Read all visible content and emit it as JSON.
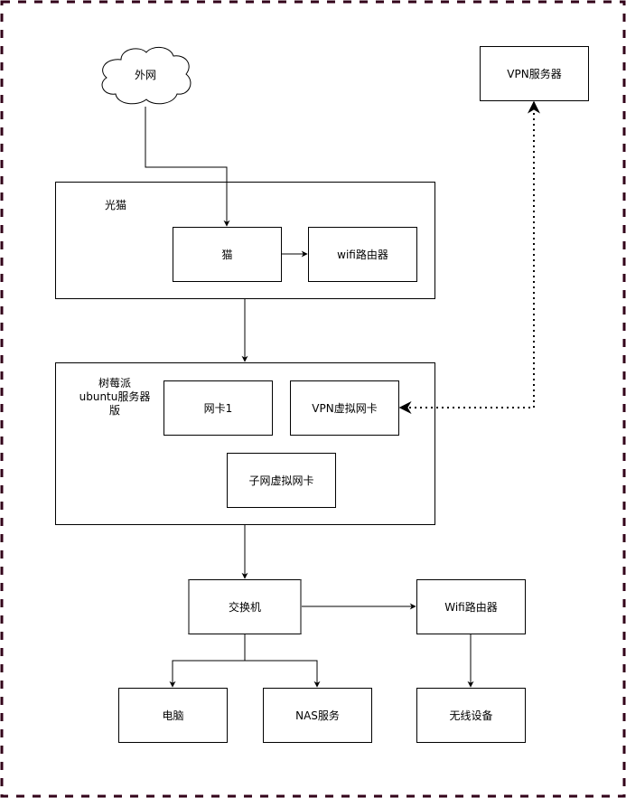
{
  "diagram": {
    "border_color": "#33001a",
    "nodes": {
      "internet": {
        "label": "外网",
        "shape": "cloud"
      },
      "vpn_server": {
        "label": "VPN服务器"
      },
      "optical_modem_group": {
        "label": "光猫"
      },
      "modem": {
        "label": "猫"
      },
      "wifi_router_inner": {
        "label": "wifi路由器"
      },
      "raspberry_pi_group": {
        "label_line1": "树莓派",
        "label_line2": "ubuntu服务器版"
      },
      "nic1": {
        "label": "网卡1"
      },
      "vpn_nic": {
        "label": "VPN虚拟网卡"
      },
      "subnet_nic": {
        "label": "子网虚拟网卡"
      },
      "switch": {
        "label": "交换机"
      },
      "wifi_router": {
        "label": "Wifi路由器"
      },
      "computer": {
        "label": "电脑"
      },
      "nas": {
        "label": "NAS服务"
      },
      "wireless_devices": {
        "label": "无线设备"
      }
    },
    "edges": [
      {
        "from": "外网",
        "to": "猫",
        "style": "solid"
      },
      {
        "from": "猫",
        "to": "wifi路由器",
        "style": "solid"
      },
      {
        "from": "光猫",
        "to": "树莓派",
        "style": "solid"
      },
      {
        "from": "VPN服务器",
        "to": "VPN虚拟网卡",
        "style": "dotted",
        "bidirectional": true
      },
      {
        "from": "树莓派",
        "to": "交换机",
        "style": "solid"
      },
      {
        "from": "交换机",
        "to": "Wifi路由器",
        "style": "solid"
      },
      {
        "from": "交换机",
        "to": "电脑",
        "style": "solid"
      },
      {
        "from": "交换机",
        "to": "NAS服务",
        "style": "solid"
      },
      {
        "from": "Wifi路由器",
        "to": "无线设备",
        "style": "solid"
      }
    ]
  }
}
